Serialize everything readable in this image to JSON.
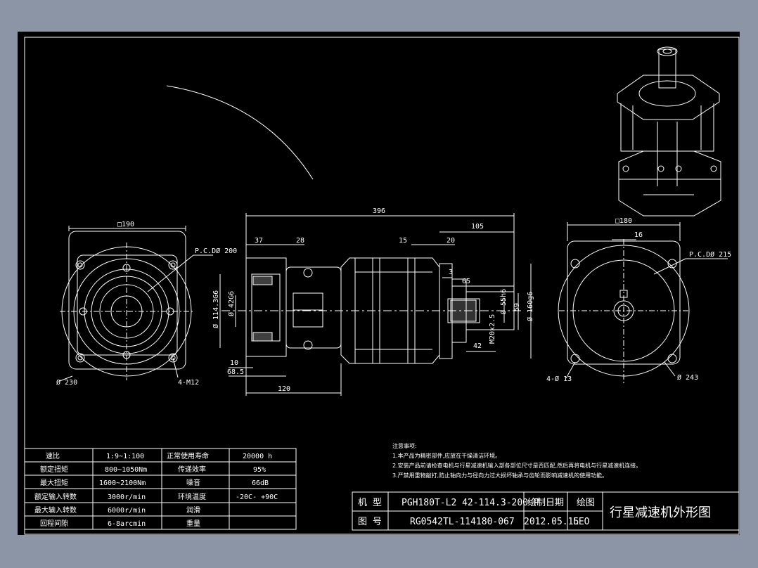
{
  "colors": {
    "background": "#8b95a6",
    "sheet": "#000000",
    "line": "#ffffff"
  },
  "front_view": {
    "square_dim": "□190",
    "pcd": "P.C.DØ 200",
    "outer_dia": "Ø 230",
    "holes": "4-M12"
  },
  "side_view": {
    "overall_len": "396",
    "dim_37": "37",
    "dim_28": "28",
    "dim_15": "15",
    "dim_20": "20",
    "dim_105": "105",
    "dim_3": "3",
    "dim_65": "65",
    "dim_42": "42",
    "bore_dia": "Ø 114.3G6",
    "shaft_in": "Ø 42G6",
    "dim_10": "10",
    "dim_685": "68.5",
    "dim_120": "120",
    "shaft_out": "Ø 55h6",
    "dim_59": "59",
    "flange_dia": "Ø 160g6",
    "thread": "M20x2.5"
  },
  "rear_view": {
    "square_dim": "□180",
    "key": "16",
    "pcd": "P.C.DØ 215",
    "holes": "4-Ø 13",
    "outer_dia": "Ø 243"
  },
  "spec_table": {
    "rows": [
      [
        "速比",
        "1:9~1:100",
        "正常使用寿命",
        "20000  h"
      ],
      [
        "额定扭矩",
        "800~1050Nm",
        "传递效率",
        "95%"
      ],
      [
        "最大扭矩",
        "1600~2100Nm",
        "噪音",
        "66dB"
      ],
      [
        "额定输入转数",
        "3000r/min",
        "环境温度",
        "-20C- +90C"
      ],
      [
        "最大输入转数",
        "6000r/min",
        "润滑",
        ""
      ],
      [
        "回程间隙",
        "6-8arcmin",
        "重量",
        ""
      ]
    ]
  },
  "notes": {
    "heading": "注意事项:",
    "lines": [
      "1.本产品为精密部件,应放在干燥清洁环境。",
      "2.安装产品前请检查电机与行星减速机输入部各部位尺寸是否匹配,然后再将电机与行星减速机连接。",
      "3.严禁用重物敲打,防止轴向力与径向力过大损坏轴承与齿轮而影响减速机的使用功能。"
    ]
  },
  "title_block": {
    "model_label": "机  型",
    "model_value": "PGH180T-L2  42-114.3-200-P",
    "drawing_no_label": "图  号",
    "drawing_no_value": "RG0542TL-114180-067",
    "date_label": "绘制日期",
    "date_value": "2012.05.15",
    "drafter_label": "绘图",
    "drafter_value": "LEO",
    "title": "行星减速机外形图"
  }
}
